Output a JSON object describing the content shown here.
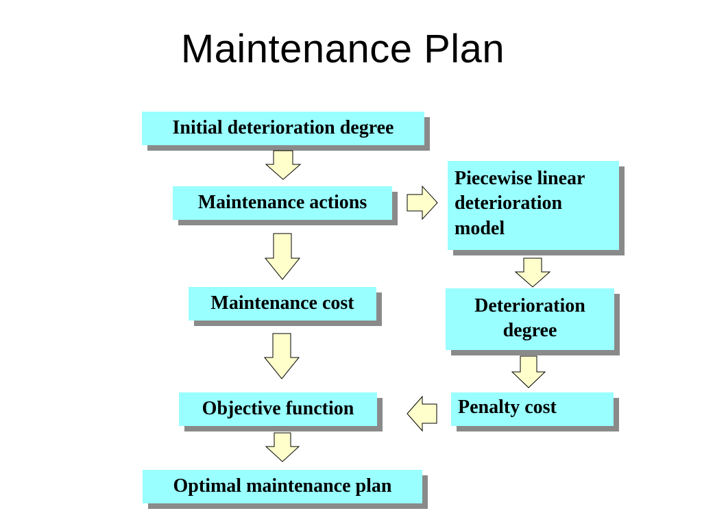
{
  "title": "Maintenance Plan",
  "nodes": {
    "initial_deterioration": "Initial deterioration degree",
    "maintenance_actions": "Maintenance actions",
    "piecewise_model": [
      "Piecewise linear",
      "deterioration",
      "model"
    ],
    "maintenance_cost": "Maintenance cost",
    "deterioration_degree": [
      "Deterioration",
      "degree"
    ],
    "objective_function": "Objective function",
    "penalty_cost": "Penalty cost",
    "optimal_plan": "Optimal maintenance plan"
  },
  "colors": {
    "box_fill": "#99ffff",
    "box_shadow": "#8a8a8a",
    "arrow_fill": "#ffffcc"
  }
}
